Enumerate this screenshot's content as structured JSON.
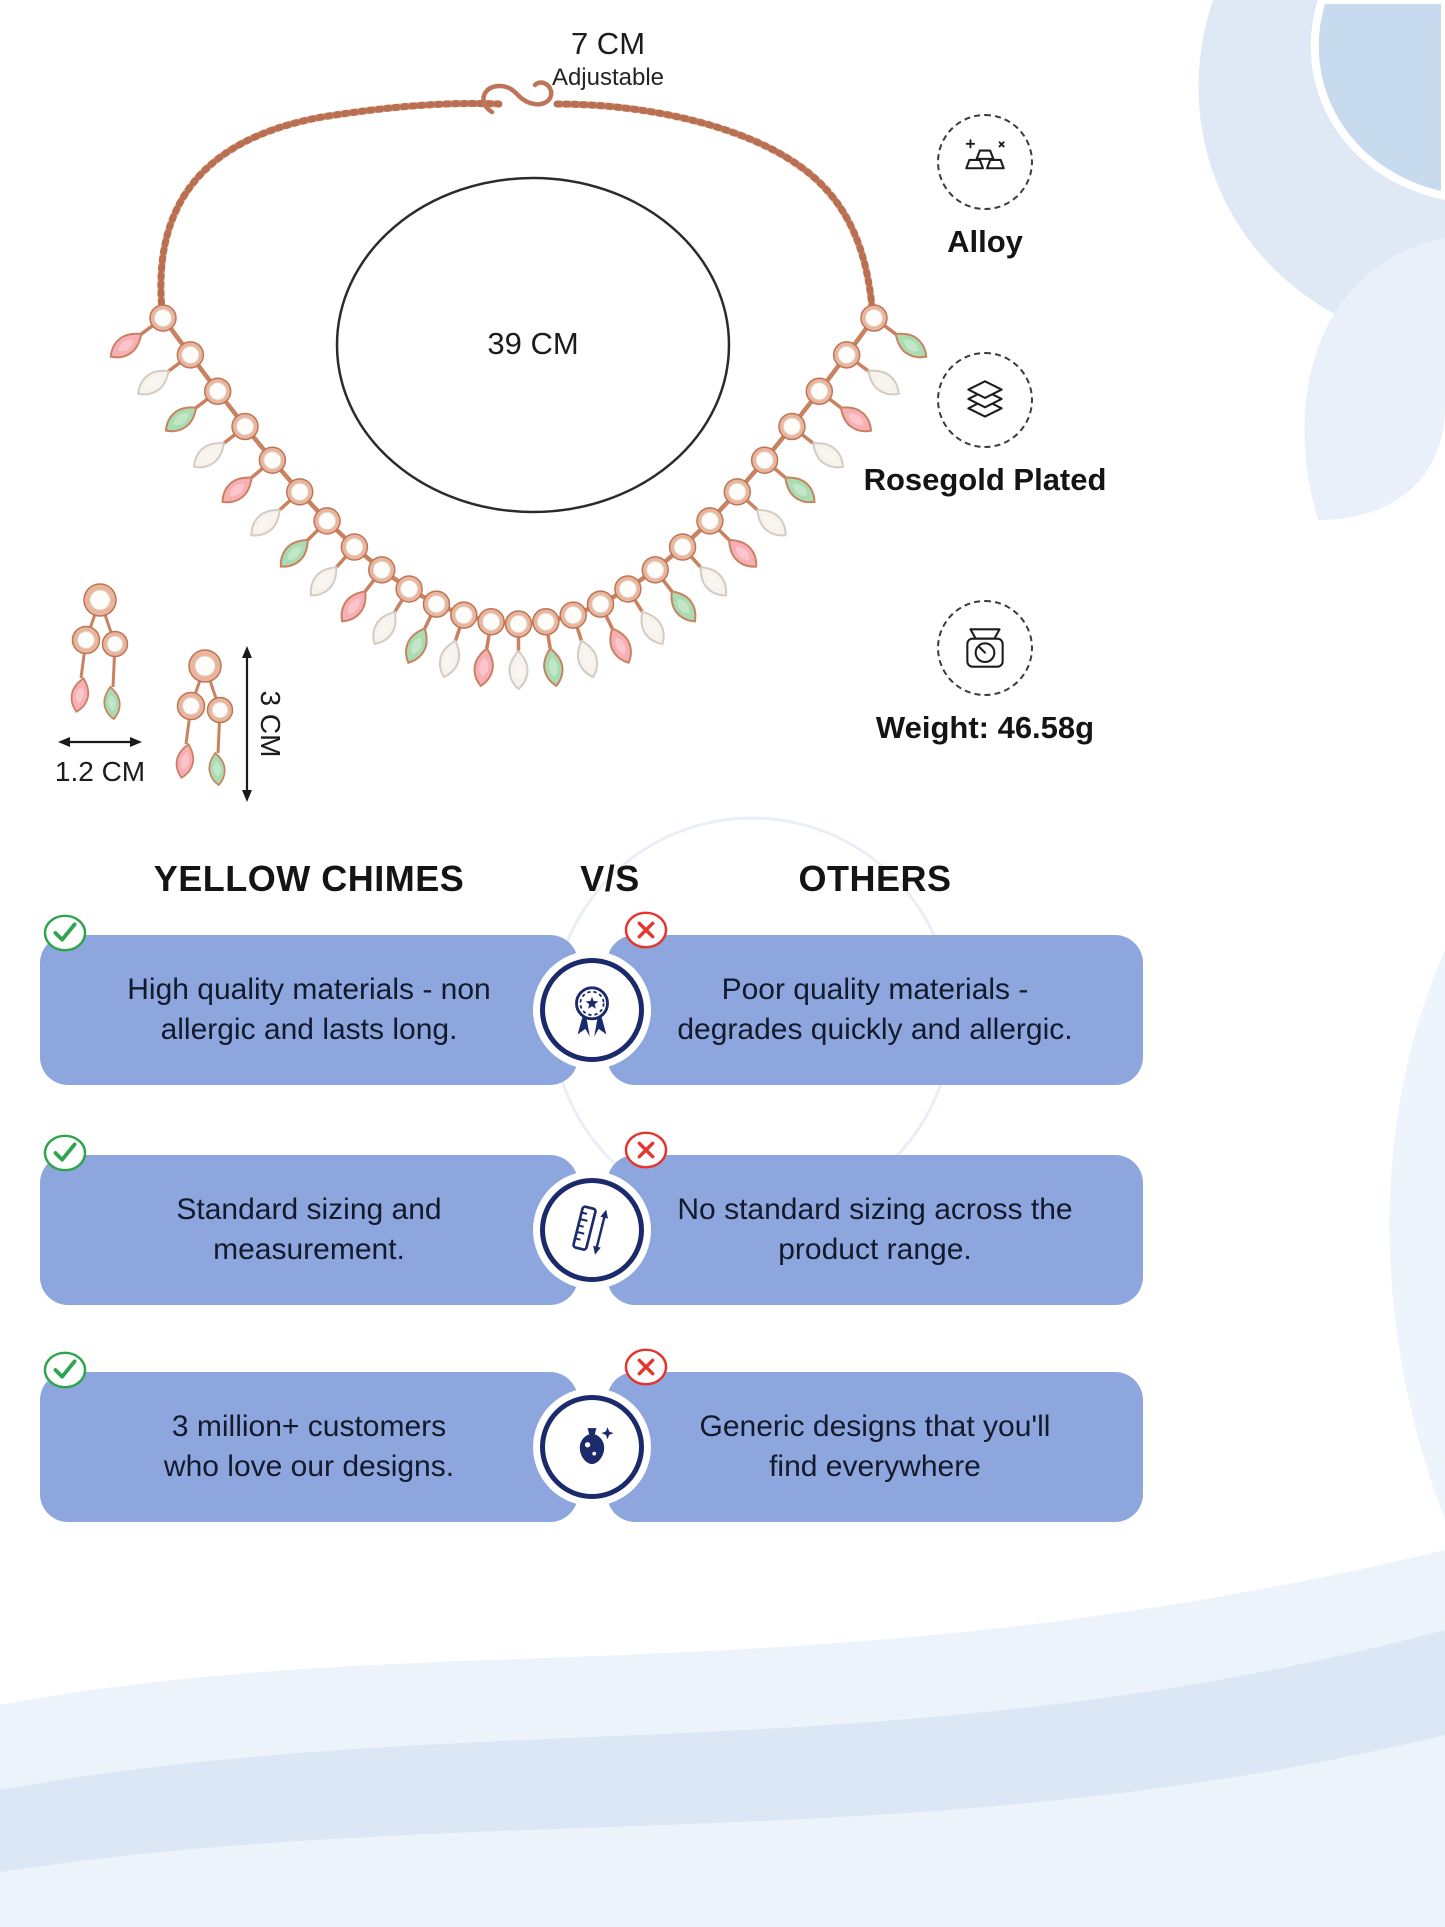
{
  "product": {
    "chain_length": "7 CM",
    "chain_note": "Adjustable",
    "necklace_size": "39 CM",
    "earring_width": "1.2 CM",
    "earring_height": "3 CM"
  },
  "features": [
    {
      "icon": "gold-bars-icon",
      "label": "Alloy"
    },
    {
      "icon": "layers-icon",
      "label": "Rosegold Plated"
    },
    {
      "icon": "weighing-scale-icon",
      "label": "Weight: 46.58g"
    }
  ],
  "comparison": {
    "brand_header": "YELLOW CHIMES",
    "vs": "V/S",
    "others_header": "OTHERS",
    "rows": [
      {
        "icon": "medal-icon",
        "brand": "High quality materials - non\nallergic and lasts long.",
        "others": "Poor quality materials -\ndegrades quickly and allergic."
      },
      {
        "icon": "measuring-ruler-icon",
        "brand": "Standard sizing and\nmeasurement.",
        "others": "No standard sizing across the\nproduct range."
      },
      {
        "icon": "unique-design-icon",
        "brand": "3 million+ customers\nwho love our designs.",
        "others": "Generic designs that you'll\nfind everywhere"
      }
    ]
  },
  "colors": {
    "panel_blue": "#8EA6DE",
    "check_green": "#2EA44E",
    "cross_red": "#E5352D",
    "ring_navy": "#1B2A6B",
    "rose_gold": "#C9825F",
    "stone_pink": "#F7AEB5",
    "stone_green": "#A9DCB2",
    "decor_blue": "#DFE9F6"
  }
}
